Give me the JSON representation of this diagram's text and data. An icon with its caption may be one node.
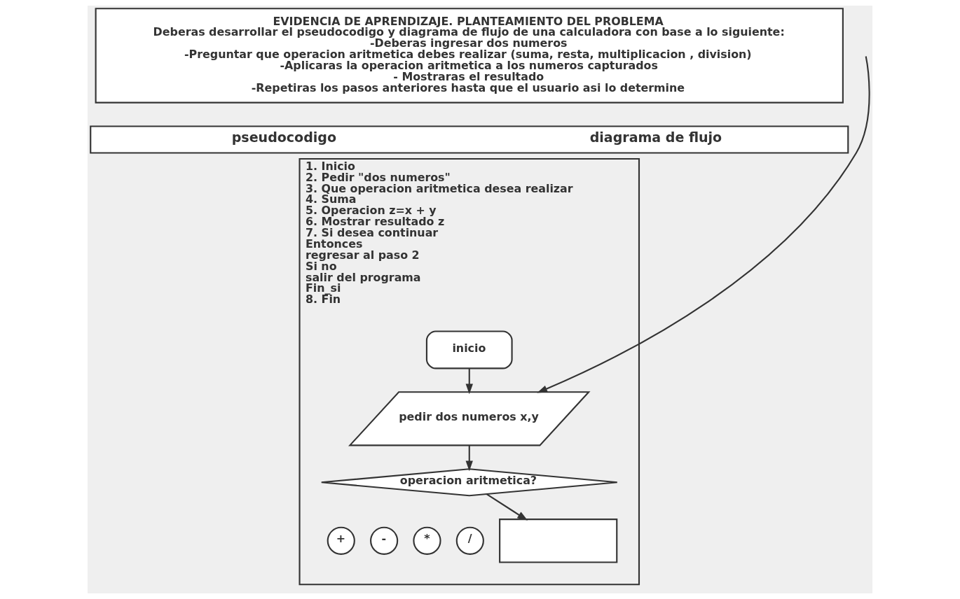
{
  "diagram": {
    "nodes": [
      {
        "text": [
          "EVIDENCIA DE APRENDIZAJE. PLANTEAMIENTO DEL PROBLEMA",
          "Deberas desarrollar el pseudocodigo y diagrama de flujo de una calculadora con base a lo siguiente:",
          "-Deberas ingresar dos numeros",
          "-Preguntar que operacion aritmetica debes realizar (suma, resta, multiplicacion , division)",
          "-Aplicaras la operacion aritmetica a los numeros capturados",
          "- Mostraras el resultado",
          "-Repetiras los pasos anteriores hasta que el usuario asi lo determine"
        ]
      },
      {
        "text": [
          "pseudocodigo",
          "diagrama de flujo"
        ]
      },
      {
        "text": [
          "1. Inicio",
          "2. Pedir \"dos numeros\"",
          "3. Que operacion aritmetica desea realizar",
          "4. Suma",
          "5. Operacion z=x + y",
          "6. Mostrar resultado z",
          "7. Si desea continuar",
          "Entonces",
          "regresar al paso 2",
          "Si no",
          "salir del programa",
          "Fin_si",
          "8. Fin"
        ]
      },
      {
        "text": [
          "inicio"
        ],
        "in": 2
      },
      {
        "text": [
          "pedir dos numeros x,y"
        ],
        "in": 2
      },
      {
        "text": [
          "operacion aritmetica?"
        ],
        "in": 2
      },
      {
        "text": [
          "+"
        ],
        "in": 2
      },
      {
        "text": [
          "-"
        ],
        "in": 2
      },
      {
        "text": [
          "*"
        ],
        "in": 2
      },
      {
        "text": [
          "/"
        ],
        "in": 2
      },
      {
        "text": [],
        "shape": "box",
        "in": 2
      }
    ],
    "edges": [
      {
        "from": 3,
        "to": 4,
        "arrow": "to"
      },
      {
        "from": 4,
        "to": 5,
        "arrow": "to"
      },
      {
        "from": 5,
        "to": 10,
        "arrow": "to"
      },
      {
        "from": null,
        "to": 4,
        "arrow": "to"
      }
    ]
  }
}
